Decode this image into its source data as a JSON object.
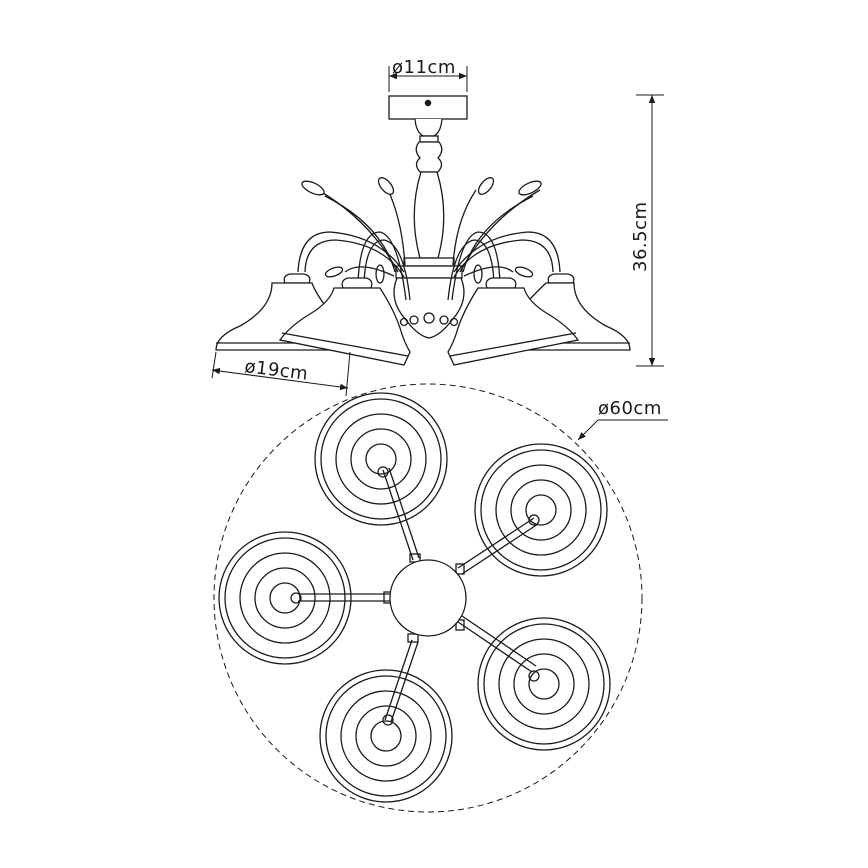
{
  "dimensions": {
    "canopy_diameter": "ø11cm",
    "height": "36.5cm",
    "shade_diameter": "ø19cm",
    "total_diameter": "ø60cm"
  },
  "colors": {
    "line": "#1a1a1a",
    "background": "#ffffff"
  }
}
